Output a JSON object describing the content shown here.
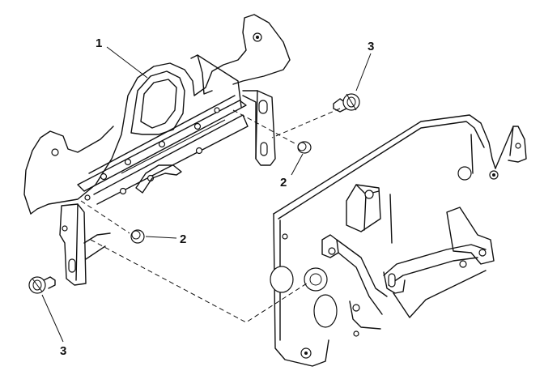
{
  "callouts": {
    "part_1": "1",
    "part_2_upper": "2",
    "part_2_lower": "2",
    "part_3_upper": "3",
    "part_3_lower": "3"
  },
  "colors": {
    "line": "#111111",
    "background": "#ffffff"
  }
}
